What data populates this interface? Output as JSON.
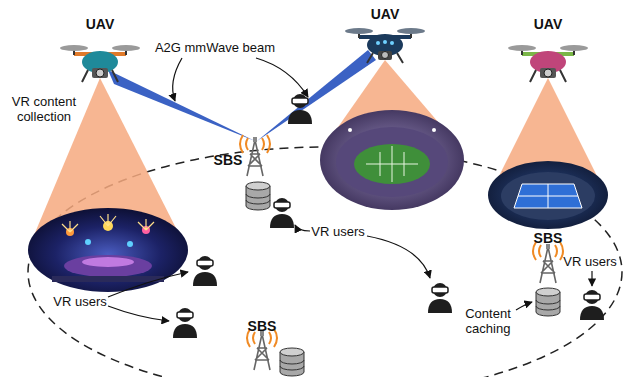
{
  "diagram": {
    "labels": [
      "UAV",
      "UAV",
      "UAV",
      "A2G mmWave beam",
      "VR content collection",
      "SBS",
      "VR users",
      "SBS",
      "VR users",
      "VR users",
      "Content caching",
      "SBS"
    ]
  }
}
